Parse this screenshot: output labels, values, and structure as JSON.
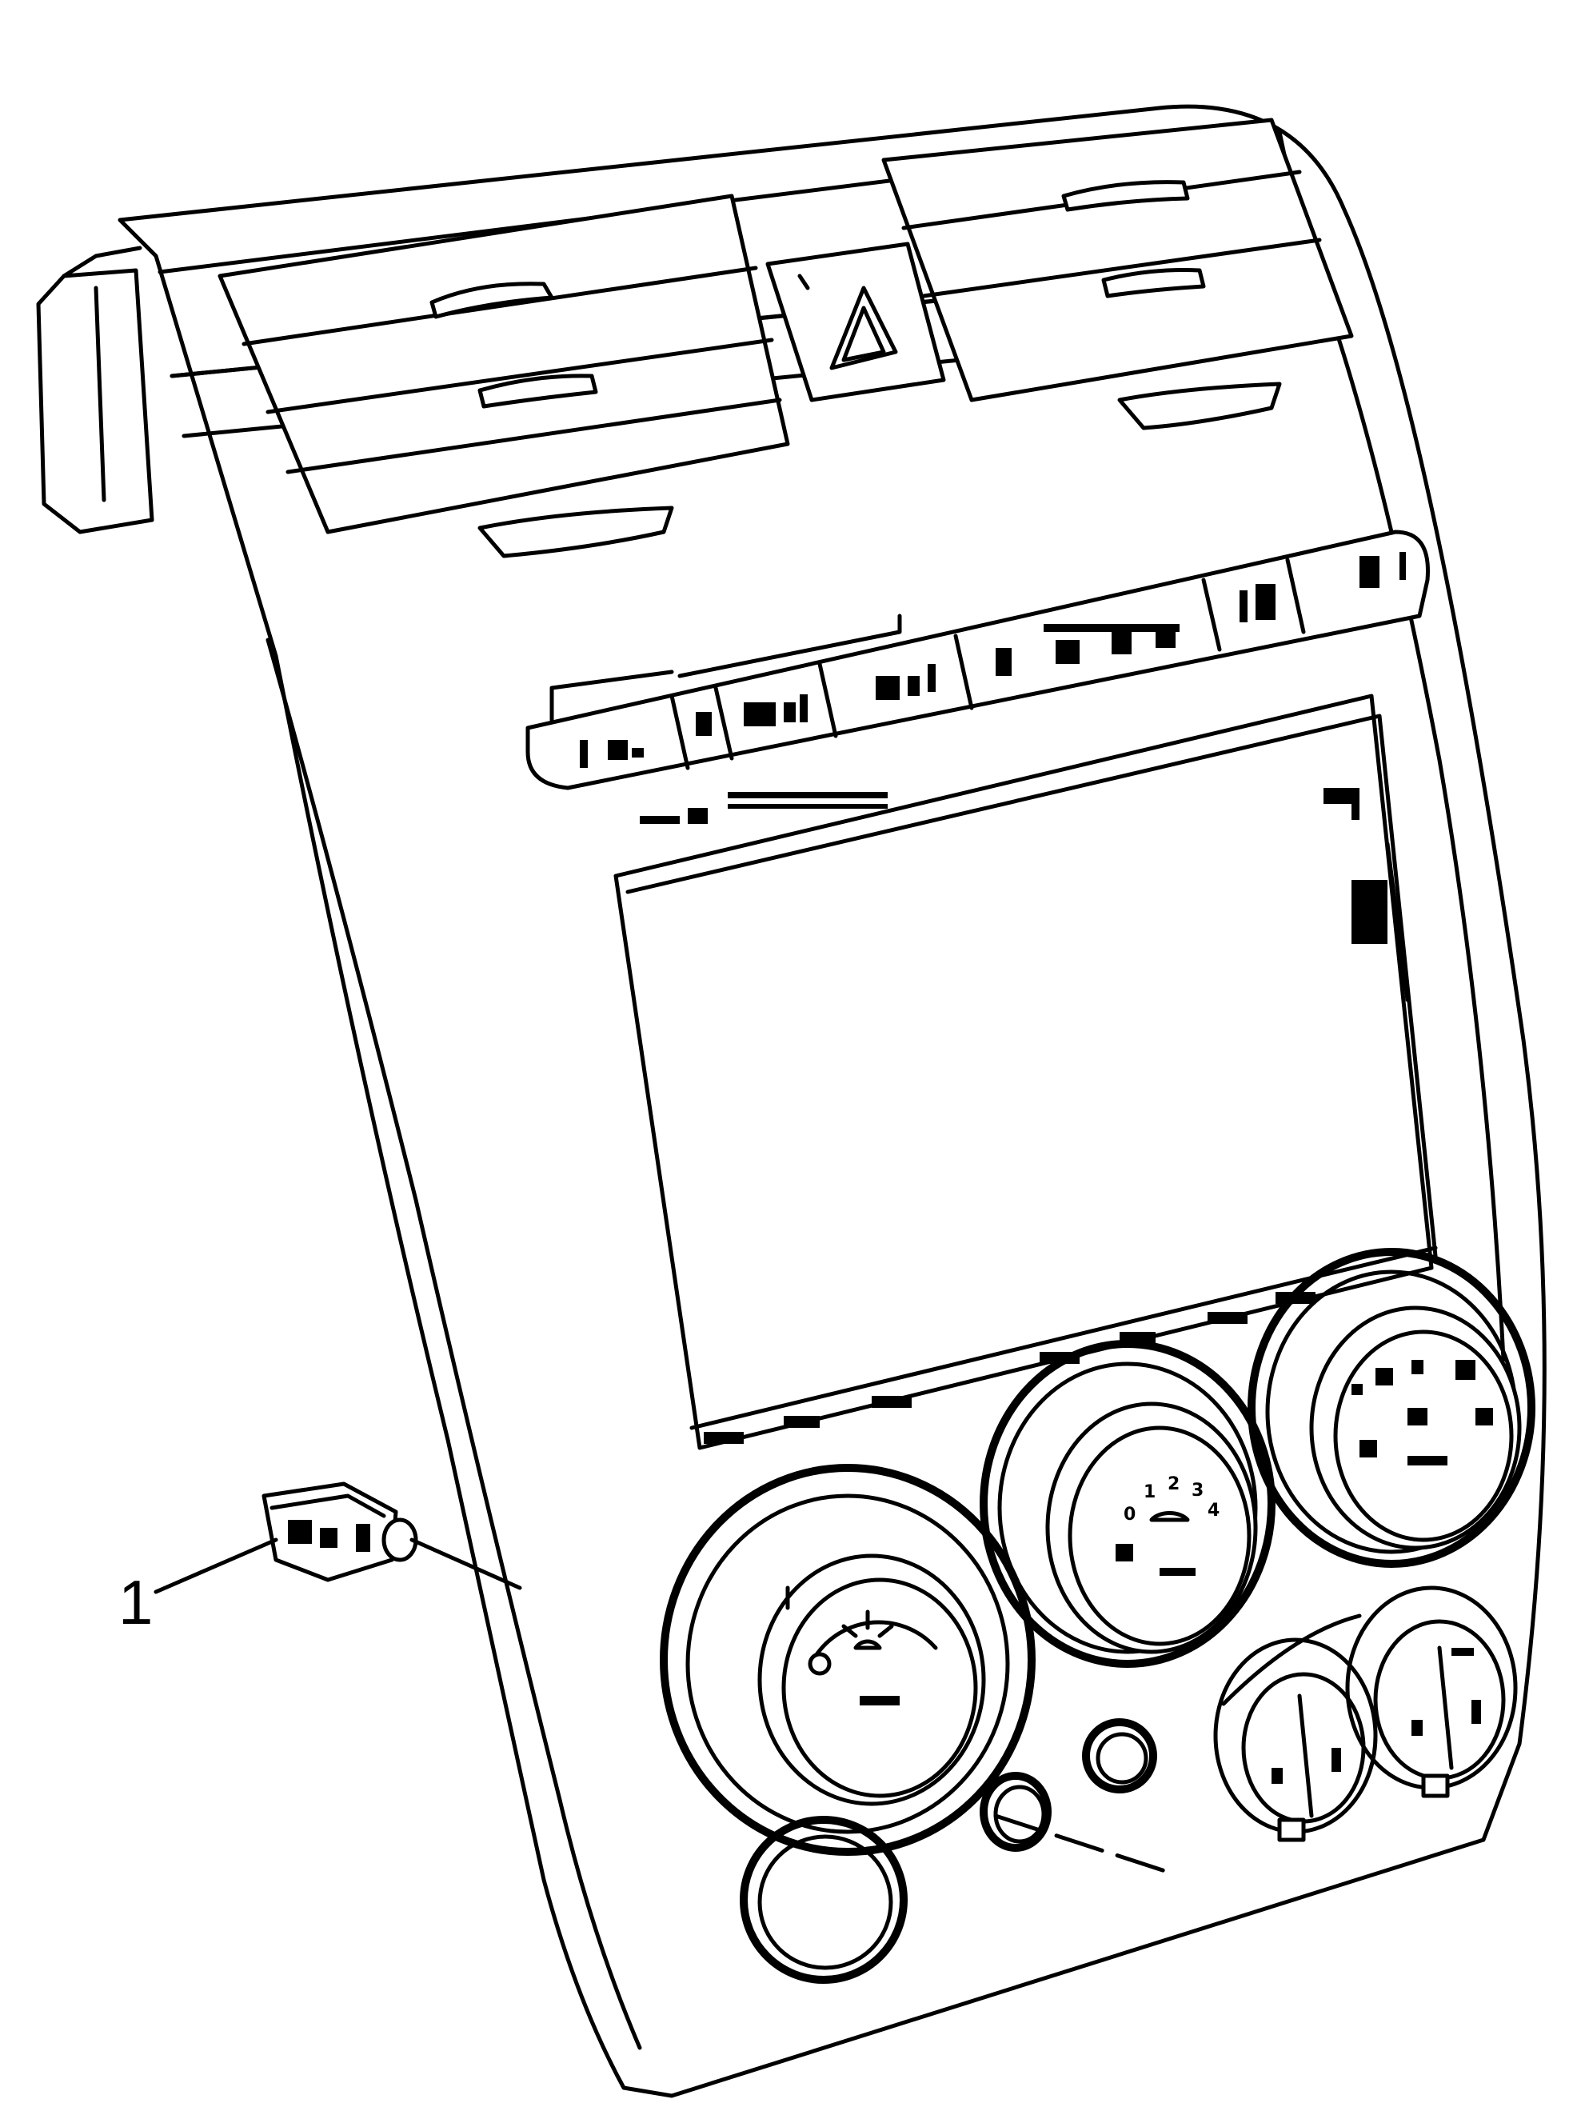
{
  "callouts": [
    {
      "id": "1",
      "label": "1"
    }
  ],
  "fan_knob": {
    "scale": [
      "0",
      "1",
      "2",
      "3",
      "4"
    ]
  }
}
